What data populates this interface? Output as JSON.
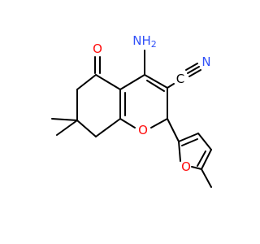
{
  "molecule": {
    "atom_labels": {
      "amino_n": "NH",
      "amino_h_subscript": "2",
      "nitrile_n": "N",
      "nitrile_c": "C",
      "carbonyl_o": "O",
      "pyran_o": "O",
      "furan_o": "O"
    },
    "colors": {
      "bond": "#000000",
      "oxygen": "#ff0d0d",
      "nitrogen": "#3050f8"
    }
  }
}
